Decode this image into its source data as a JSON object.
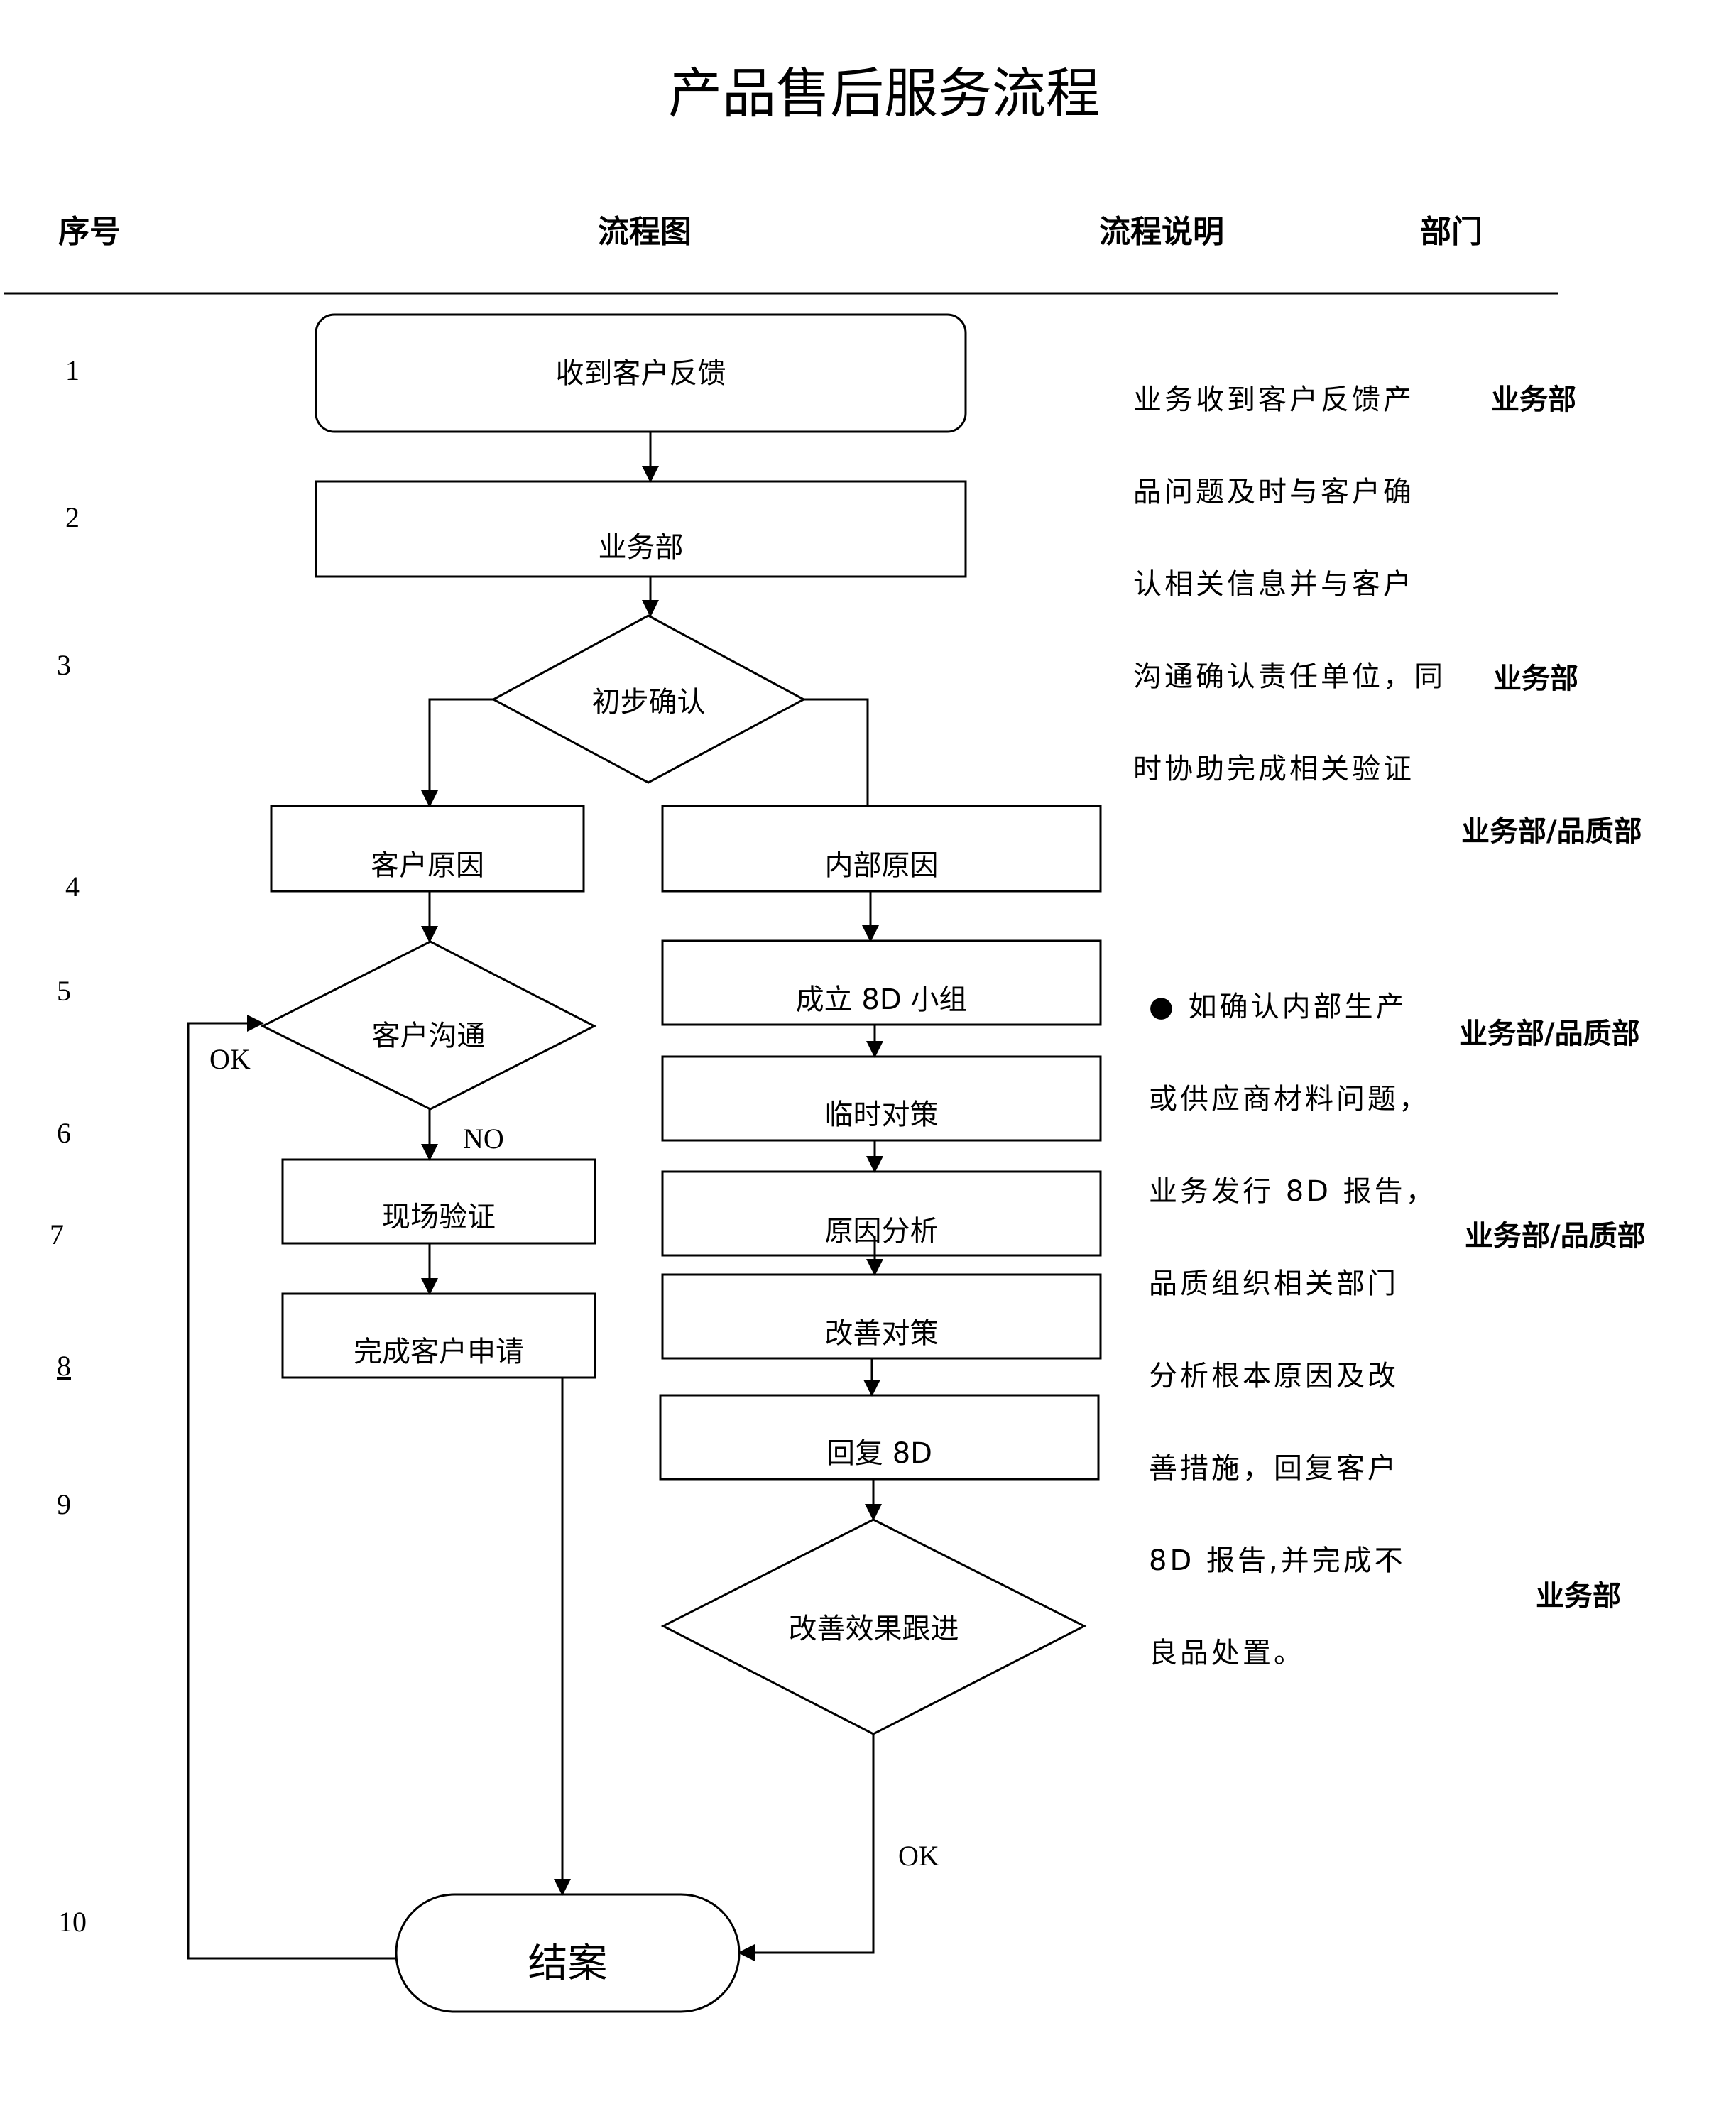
{
  "title": "产品售后服务流程",
  "headers": {
    "seq": "序号",
    "flow": "流程图",
    "desc": "流程说明",
    "dept": "部门"
  },
  "step_numbers": [
    "1",
    "2",
    "3",
    "4",
    "5",
    "6",
    "7",
    "8",
    "9",
    "10"
  ],
  "nodes": {
    "feedback": "收到客户反馈",
    "business_dept": "业务部",
    "initial_confirm": "初步确认",
    "customer_cause": "客户原因",
    "internal_cause": "内部原因",
    "customer_comm": "客户沟通",
    "form_8d": "成立 8D 小组",
    "temp_measure": "临时对策",
    "field_verify": "现场验证",
    "root_cause": "原因分析",
    "complete_request": "完成客户申请",
    "improve_measure": "改善对策",
    "reply_8d": "回复 8D",
    "follow_up": "改善效果跟进",
    "close_case": "结案"
  },
  "edge_labels": {
    "ok_left": "OK",
    "no": "NO",
    "ok_bottom": "OK"
  },
  "desc1": [
    "业务收到客户反馈产",
    "品问题及时与客户确",
    "认相关信息并与客户",
    "沟通确认责任单位，同",
    "时协助完成相关验证"
  ],
  "desc2": [
    "● 如确认内部生产",
    "或供应商材料问题，",
    "业务发行 8D 报告，",
    "品质组织相关部门",
    "分析根本原因及改",
    "善措施，回复客户",
    "8D  报告,并完成不",
    "良品处置。"
  ],
  "departments": [
    "业务部",
    "业务部",
    "业务部/品质部",
    "业务部/品质部",
    "业务部/品质部",
    "业务部"
  ]
}
